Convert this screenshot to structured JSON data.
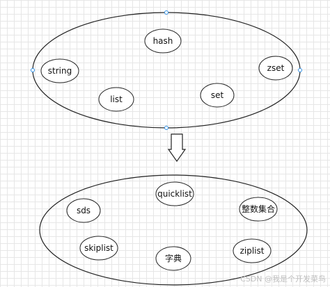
{
  "diagram": {
    "top_group": {
      "nodes": [
        {
          "id": "hash",
          "label": "hash"
        },
        {
          "id": "string",
          "label": "string"
        },
        {
          "id": "zset",
          "label": "zset"
        },
        {
          "id": "list",
          "label": "list"
        },
        {
          "id": "set",
          "label": "set"
        }
      ]
    },
    "bottom_group": {
      "nodes": [
        {
          "id": "quicklist",
          "label": "quicklist"
        },
        {
          "id": "sds",
          "label": "sds"
        },
        {
          "id": "intset",
          "label": "整数集合"
        },
        {
          "id": "skiplist",
          "label": "skiplist"
        },
        {
          "id": "dict",
          "label": "字典"
        },
        {
          "id": "ziplist",
          "label": "ziplist"
        }
      ]
    },
    "colors": {
      "stroke": "#222222",
      "fill": "#ffffff",
      "handle": "#2e8fe6"
    }
  },
  "watermark": "CSDN @我是个开发菜鸟"
}
